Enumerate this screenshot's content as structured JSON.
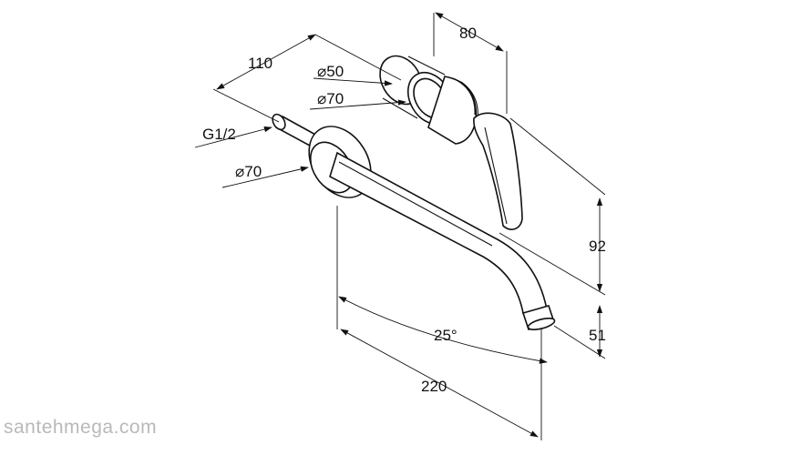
{
  "dimensions": {
    "depth_body": "80",
    "offset_110": "110",
    "diameter_50": "50",
    "diameter_70_top": "70",
    "thread": "G1/2",
    "diameter_70_bottom": "70",
    "height_92": "92",
    "height_51": "51",
    "angle": "25°",
    "spout_length": "220",
    "diameter_symbol": "⌀"
  },
  "watermark": "santehmega.com"
}
